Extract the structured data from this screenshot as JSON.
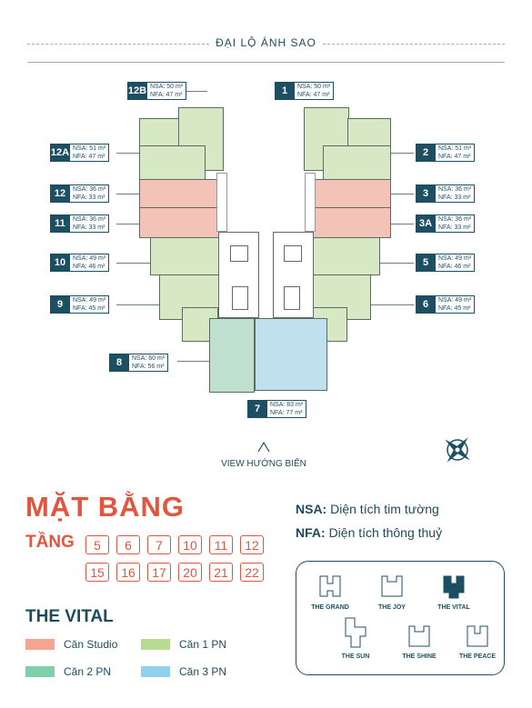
{
  "street": {
    "label": "ĐẠI LỘ ÁNH SAO"
  },
  "units": [
    {
      "num": "12B",
      "nsa": "NSA: 50 m²",
      "nfa": "NFA: 47 m²"
    },
    {
      "num": "1",
      "nsa": "NSA: 50 m²",
      "nfa": "NFA: 47 m²"
    },
    {
      "num": "12A",
      "nsa": "NSA: 51 m²",
      "nfa": "NFA: 47 m²"
    },
    {
      "num": "2",
      "nsa": "NSA: 51 m²",
      "nfa": "NFA: 47 m²"
    },
    {
      "num": "12",
      "nsa": "NSA: 36 m²",
      "nfa": "NFA: 33 m²"
    },
    {
      "num": "3",
      "nsa": "NSA: 36 m²",
      "nfa": "NFA: 33 m²"
    },
    {
      "num": "11",
      "nsa": "NSA: 36 m²",
      "nfa": "NFA: 33 m²"
    },
    {
      "num": "3A",
      "nsa": "NSA: 36 m²",
      "nfa": "NFA: 33 m²"
    },
    {
      "num": "10",
      "nsa": "NSA: 49 m²",
      "nfa": "NFA: 46 m²"
    },
    {
      "num": "5",
      "nsa": "NSA: 49 m²",
      "nfa": "NFA: 46 m²"
    },
    {
      "num": "9",
      "nsa": "NSA: 49 m²",
      "nfa": "NFA: 45 m²"
    },
    {
      "num": "6",
      "nsa": "NSA: 49 m²",
      "nfa": "NFA: 45 m²"
    },
    {
      "num": "8",
      "nsa": "NSA: 60 m²",
      "nfa": "NFA: 56 m²"
    },
    {
      "num": "7",
      "nsa": "NSA: 83 m²",
      "nfa": "NFA: 77 m²"
    }
  ],
  "view": {
    "label": "VIEW HƯỚNG BIỂN"
  },
  "plan": {
    "title": "MẶT BẰNG",
    "floors_label": "TẦNG",
    "floors": [
      "5",
      "6",
      "7",
      "10",
      "11",
      "12",
      "15",
      "16",
      "17",
      "20",
      "21",
      "22"
    ]
  },
  "definitions": [
    {
      "key": "NSA:",
      "text": "Diện tích tim tường"
    },
    {
      "key": "NFA:",
      "text": "Diện tích thông thuỷ"
    }
  ],
  "building": {
    "name": "THE VITAL"
  },
  "legend": [
    {
      "label": "Căn Studio",
      "color": "#f4a58f"
    },
    {
      "label": "Căn 1 PN",
      "color": "#b7dc8f"
    },
    {
      "label": "Căn 2 PN",
      "color": "#7fcfa8"
    },
    {
      "label": "Căn 3 PN",
      "color": "#8fd2ea"
    }
  ],
  "keyplan": {
    "buildings": [
      "THE GRAND",
      "THE JOY",
      "THE VITAL",
      "THE SUN",
      "THE SHINE",
      "THE PEACE"
    ],
    "active": "THE VITAL"
  },
  "colors": {
    "accent": "#e2553f",
    "brand": "#1d4f63"
  }
}
